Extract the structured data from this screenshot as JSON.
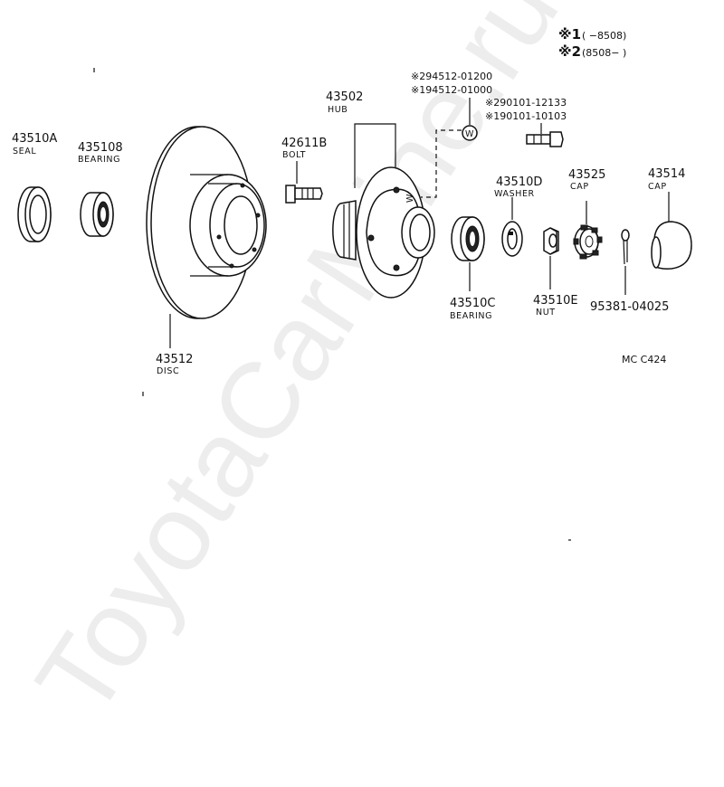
{
  "legend": {
    "row1": {
      "mark": "※1",
      "range": "(        −8508)"
    },
    "row2": {
      "mark": "※2",
      "range": "(8508−          )"
    }
  },
  "parts": {
    "seal": {
      "number": "43510A",
      "name": "SEAL"
    },
    "bearing_outer": {
      "number": "435108",
      "name": "BEARING"
    },
    "disc": {
      "number": "43512",
      "name": "DISC"
    },
    "bolt": {
      "number": "42611B",
      "name": "BOLT"
    },
    "hub": {
      "number": "43502",
      "name": "HUB"
    },
    "bearing_inner": {
      "number": "43510C",
      "name": "BEARING"
    },
    "washer": {
      "number": "43510D",
      "name": "WASHER"
    },
    "nut": {
      "number": "43510E",
      "name": "NUT"
    },
    "cap_lock": {
      "number": "43525",
      "name": "CAP"
    },
    "grease_cap": {
      "number": "43514",
      "name": "CAP"
    },
    "cotter_pin": {
      "number": "95381-04025"
    }
  },
  "alternates": {
    "w_plug_2": "※294512-01200",
    "w_plug_1": "※194512-01000",
    "screw_2": "※290101-12133",
    "screw_1": "※190101-10103",
    "w_marker": "W"
  },
  "diagram_code": "MC  C424",
  "watermark": "ToyotaCarMine.ru"
}
